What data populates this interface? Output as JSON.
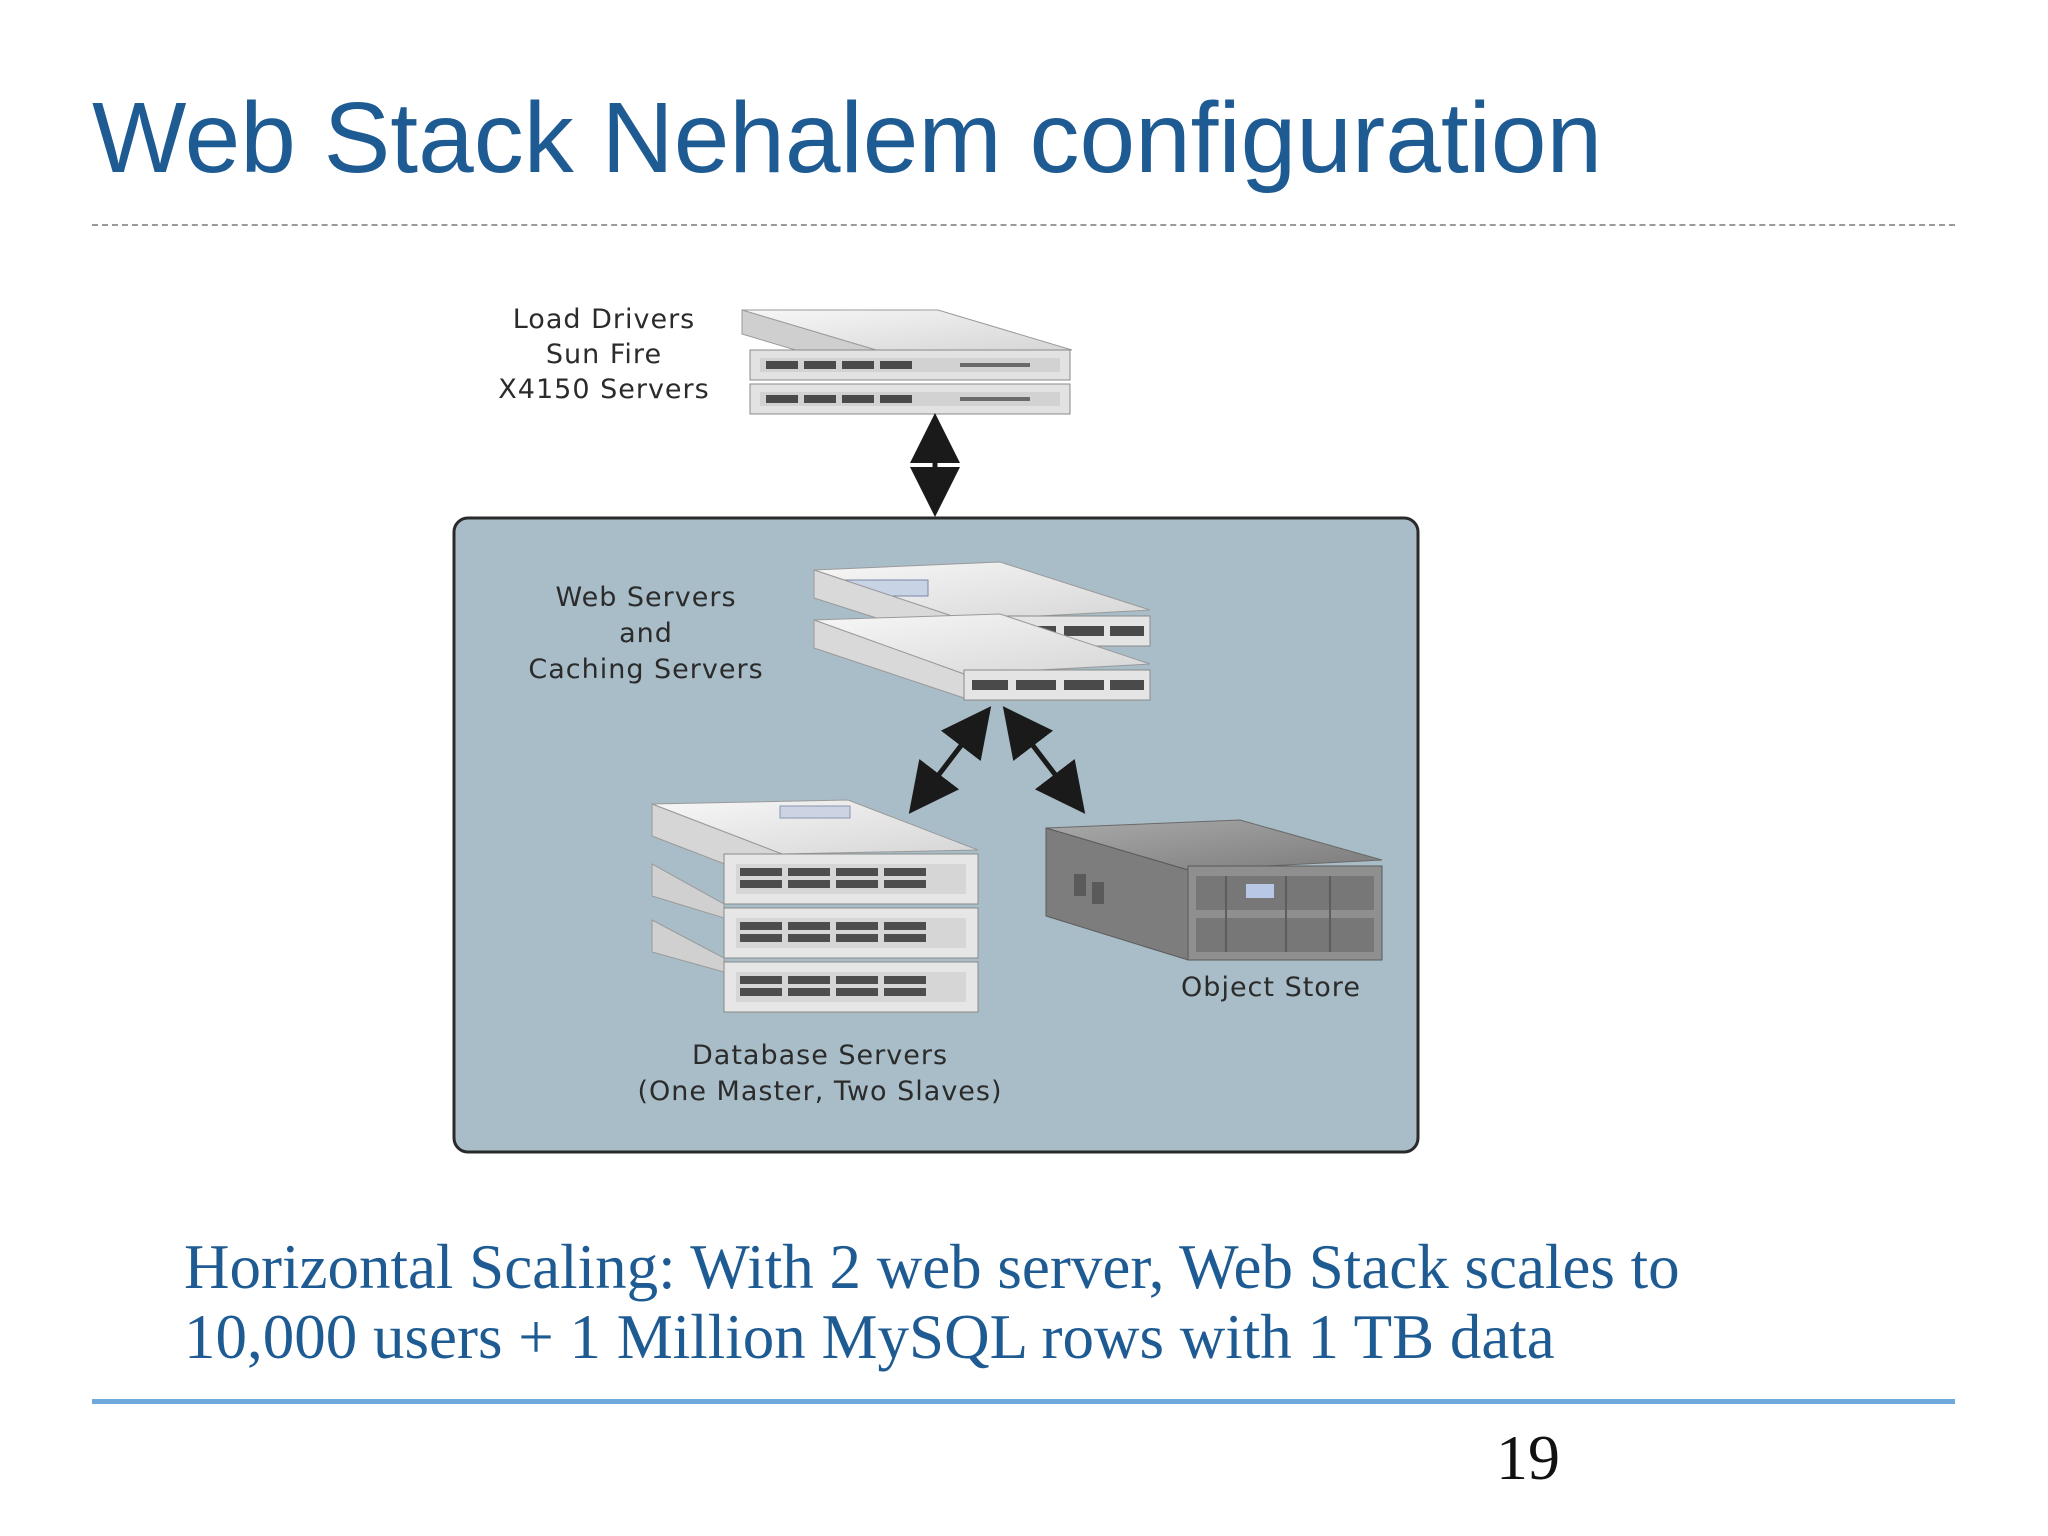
{
  "slide": {
    "title": "Web Stack Nehalem configuration",
    "page_number": "19"
  },
  "diagram": {
    "load_drivers": [
      "Load Drivers",
      "Sun Fire",
      "X4150 Servers"
    ],
    "web_servers": [
      "Web Servers",
      "and",
      "Caching Servers"
    ],
    "database_servers": [
      "Database Servers",
      "(One Master, Two Slaves)"
    ],
    "object_store": "Object Store",
    "colors": {
      "panel_fill": "#a8bdc8",
      "panel_border": "#2a2a2a",
      "server_light": "#ececec",
      "object_store": "#8c8c8c"
    }
  },
  "caption": {
    "line1": "Horizontal Scaling: With 2 web server, Web Stack scales to",
    "line2": "10,000 users + 1 Million MySQL rows with 1 TB data"
  },
  "theme": {
    "title_color": "#1f5b93",
    "accent_rule": "#6fa9dc"
  }
}
